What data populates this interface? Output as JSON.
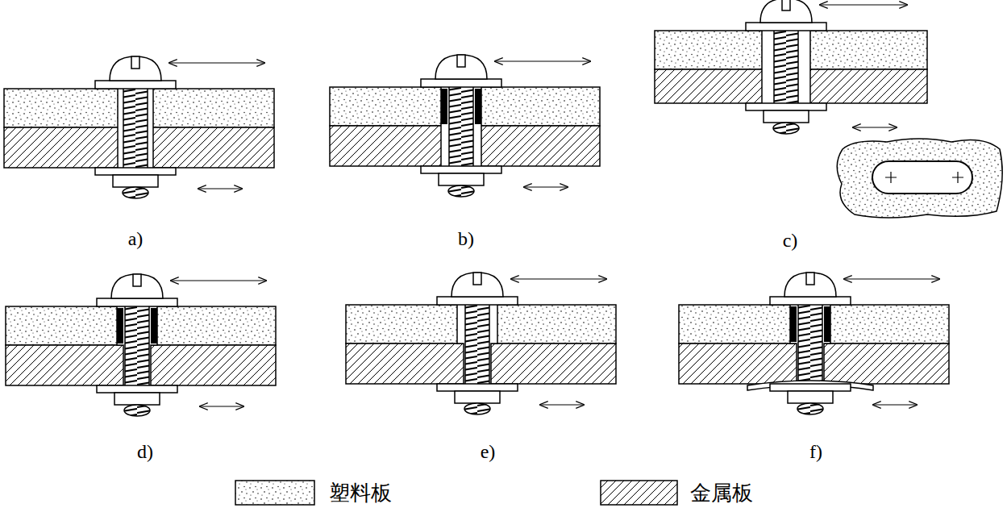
{
  "diagram": {
    "labels": [
      "a)",
      "b)",
      "c)",
      "d)",
      "e)",
      "f)"
    ],
    "legend": [
      {
        "text": "塑料板"
      },
      {
        "text": "金属板"
      }
    ]
  }
}
